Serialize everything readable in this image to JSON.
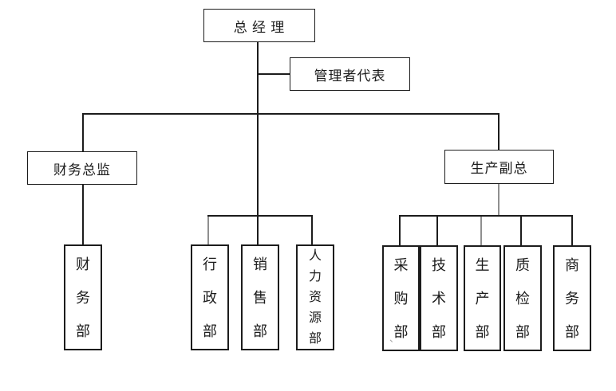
{
  "nodes": {
    "general_manager": "总 经 理",
    "management_rep": "管理者代表",
    "finance_director": "财务总监",
    "production_vp": "生产副总",
    "finance_dept": "财务部",
    "admin_dept": "行政部",
    "sales_dept": "销售部",
    "hr_dept": "人力资源部",
    "purchasing_dept": "采购部",
    "technical_dept": "技术部",
    "production_dept": "生产部",
    "quality_dept": "质检部",
    "commerce_dept": "商务部"
  },
  "hierarchy": {
    "root": "总 经 理",
    "staff_of_root": "管理者代表",
    "branches": [
      {
        "head": "财务总监",
        "children": [
          "财务部"
        ]
      },
      {
        "head": "",
        "children": [
          "行政部",
          "销售部",
          "人力资源部"
        ]
      },
      {
        "head": "生产副总",
        "children": [
          "采购部",
          "技术部",
          "生产部",
          "质检部",
          "商务部"
        ]
      }
    ]
  },
  "annotations": {
    "stray_mark": "、"
  },
  "colors": {
    "line": "#1c1c1c",
    "line_light": "#8f8f8f",
    "border": "#1c1c1c",
    "background": "#ffffff",
    "text": "#1c1c1c"
  }
}
